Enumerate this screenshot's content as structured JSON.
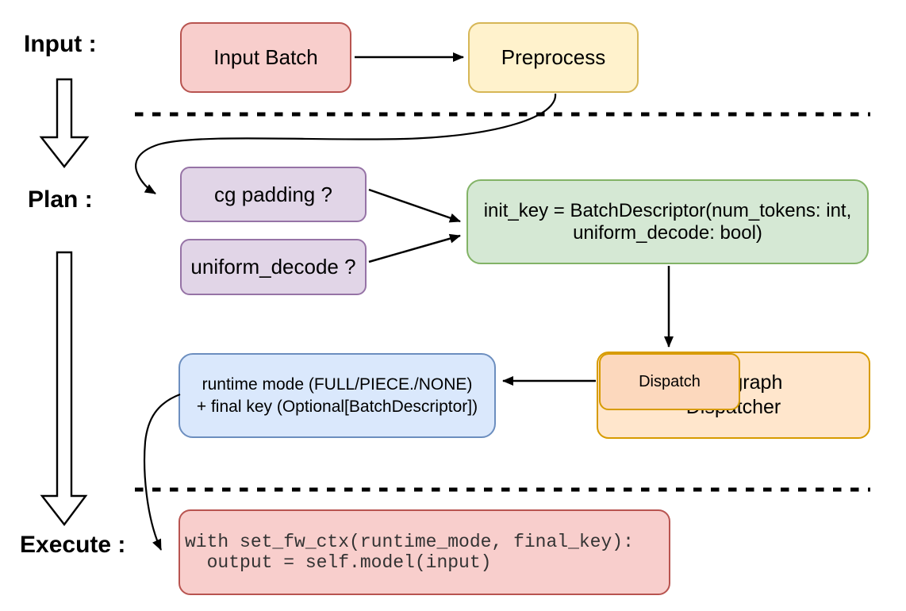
{
  "phases": {
    "input_label": "Input :",
    "plan_label": "Plan :",
    "execute_label": "Execute :"
  },
  "boxes": {
    "input_batch": {
      "label": "Input Batch",
      "fill": "#f8cecc",
      "stroke": "#b85450"
    },
    "preprocess": {
      "label": "Preprocess",
      "fill": "#fff2cc",
      "stroke": "#d6b656"
    },
    "cg_padding": {
      "label": "cg padding ?",
      "fill": "#e1d5e7",
      "stroke": "#9673a6"
    },
    "uniform_decode": {
      "label": "uniform_decode ?",
      "fill": "#e1d5e7",
      "stroke": "#9673a6"
    },
    "init_key": {
      "lines": [
        "init_key = BatchDescriptor(num_tokens: int,",
        "uniform_decode: bool)"
      ],
      "fill": "#d5e8d4",
      "stroke": "#82b366"
    },
    "runtime_mode": {
      "lines": [
        "runtime mode (FULL/PIECE./NONE)",
        "+ final key (Optional[BatchDescriptor])"
      ],
      "fill": "#dae8fc",
      "stroke": "#6c8ebf"
    },
    "dispatch": {
      "label": "Dispatch",
      "fill": "#fcd8bd",
      "stroke": "#d79b00"
    },
    "cudagraph_dispatcher": {
      "label": "Cudagraph Dispatcher",
      "fill": "#ffe6cc",
      "stroke": "#d79b00"
    },
    "execute_code": {
      "lines": [
        "with set_fw_ctx(runtime_mode, final_key):",
        "  output = self.model(input)"
      ],
      "fill": "#f8cecc",
      "stroke": "#b85450",
      "text_color": "#333333"
    }
  },
  "style": {
    "line_color": "#000000",
    "background": "#ffffff"
  }
}
